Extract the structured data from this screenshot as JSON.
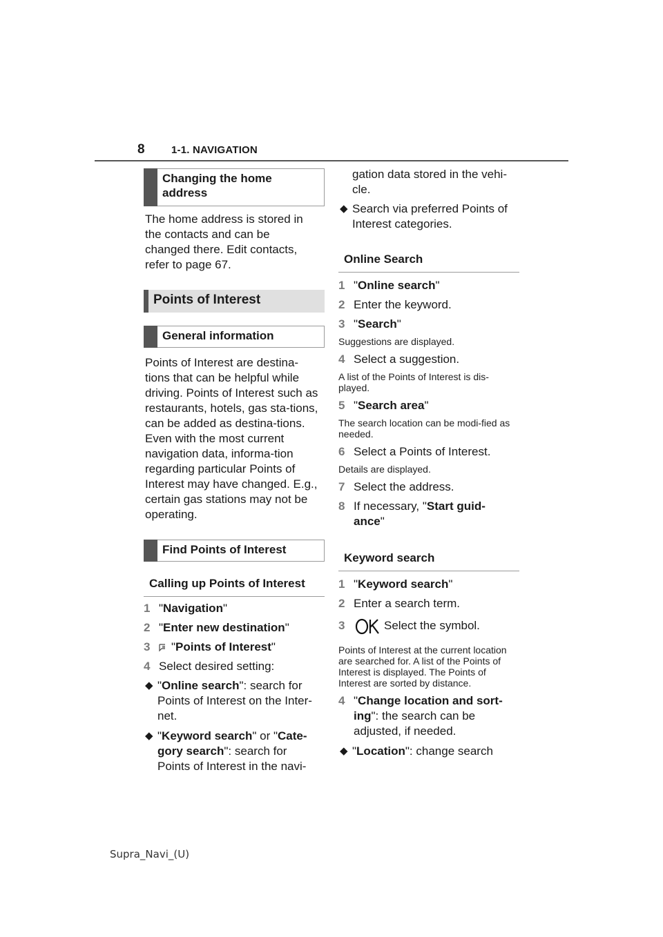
{
  "header": {
    "page_number": "8",
    "section": "1-1. NAVIGATION"
  },
  "left": {
    "home_box": "Changing the home address",
    "home_text": "The home address is stored in the contacts and can be changed there. Edit contacts, refer to page 67.",
    "poi_heading": "Points of Interest",
    "general_box": "General information",
    "general_text": "Points of Interest are destina-tions that can be helpful while driving. Points of Interest such as restaurants, hotels, gas sta-tions, can be added as destina-tions. Even with the most current navigation data, informa-tion regarding particular Points of Interest may have changed. E.g., certain gas stations may not be operating.",
    "find_box": "Find Points of Interest",
    "calling_heading": "Calling up Points of Interest",
    "steps": [
      {
        "num": "1",
        "pre": "\"",
        "bold": "Navigation",
        "post": "\""
      },
      {
        "num": "2",
        "pre": "\"",
        "bold": "Enter new destination",
        "post": "\""
      },
      {
        "num": "3",
        "pre": "\"",
        "bold": "Points of Interest",
        "post": "\""
      },
      {
        "num": "4",
        "text": "Select desired setting:"
      }
    ],
    "bullet1": {
      "pre": "\"",
      "bold": "Online search",
      "post": "\": search for Points of Interest on the Inter-net."
    },
    "bullet2": {
      "pre": "\"",
      "bold1": "Keyword search",
      "mid": "\" or \"",
      "bold2": "Cate-gory search",
      "post": "\": search for Points of Interest in the navi-"
    }
  },
  "right": {
    "cont_text": "gation data stored in the vehi-cle.",
    "bullet3": "Search via preferred Points of Interest categories.",
    "online_heading": "Online Search",
    "online_steps": [
      {
        "num": "1",
        "pre": "\"",
        "bold": "Online search",
        "post": "\""
      },
      {
        "num": "2",
        "text": "Enter the keyword."
      },
      {
        "num": "3",
        "pre": "\"",
        "bold": "Search",
        "post": "\""
      }
    ],
    "note_suggestions": "Suggestions are displayed.",
    "step4": {
      "num": "4",
      "text": "Select a suggestion."
    },
    "note_list": "A list of the Points of Interest is dis-played.",
    "step5": {
      "num": "5",
      "pre": "\"",
      "bold": "Search area",
      "post": "\""
    },
    "note_area": "The search location can be modi-fied as needed.",
    "step6": {
      "num": "6",
      "text": "Select a Points of Interest."
    },
    "note_details": "Details are displayed.",
    "step7": {
      "num": "7",
      "text": "Select the address."
    },
    "step8": {
      "num": "8",
      "pre": "If necessary, \"",
      "bold": "Start guid-ance",
      "post": "\""
    },
    "keyword_heading": "Keyword search",
    "kw_steps": [
      {
        "num": "1",
        "pre": "\"",
        "bold": "Keyword search",
        "post": "\""
      },
      {
        "num": "2",
        "text": "Enter a search term."
      }
    ],
    "kw_step3": {
      "num": "3",
      "text": "Select the symbol."
    },
    "note_current": "Points of Interest at the current location are searched for. A list of the Points of Interest is displayed. The Points of Interest are sorted by distance.",
    "kw_step4": {
      "num": "4",
      "pre": "\"",
      "bold": "Change location and sort-ing",
      "post": "\": the search can be adjusted, if needed."
    },
    "bullet_location": {
      "pre": "\"",
      "bold": "Location",
      "post": "\": change search"
    }
  },
  "footer": "Supra_Navi_(U)"
}
